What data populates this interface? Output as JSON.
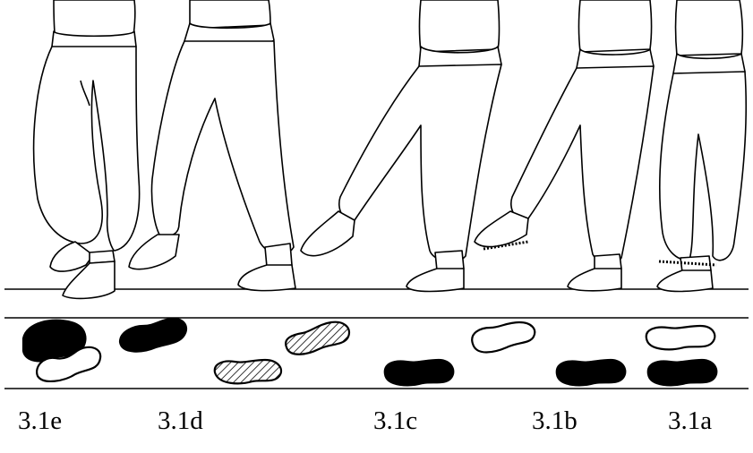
{
  "figure": {
    "panels": [
      {
        "id": "e",
        "label": "3.1e"
      },
      {
        "id": "d",
        "label": "3.1d"
      },
      {
        "id": "c",
        "label": "3.1c"
      },
      {
        "id": "b",
        "label": "3.1b"
      },
      {
        "id": "a",
        "label": "3.1a"
      }
    ],
    "footprint_fills": [
      "black",
      "outline",
      "hatched"
    ]
  }
}
